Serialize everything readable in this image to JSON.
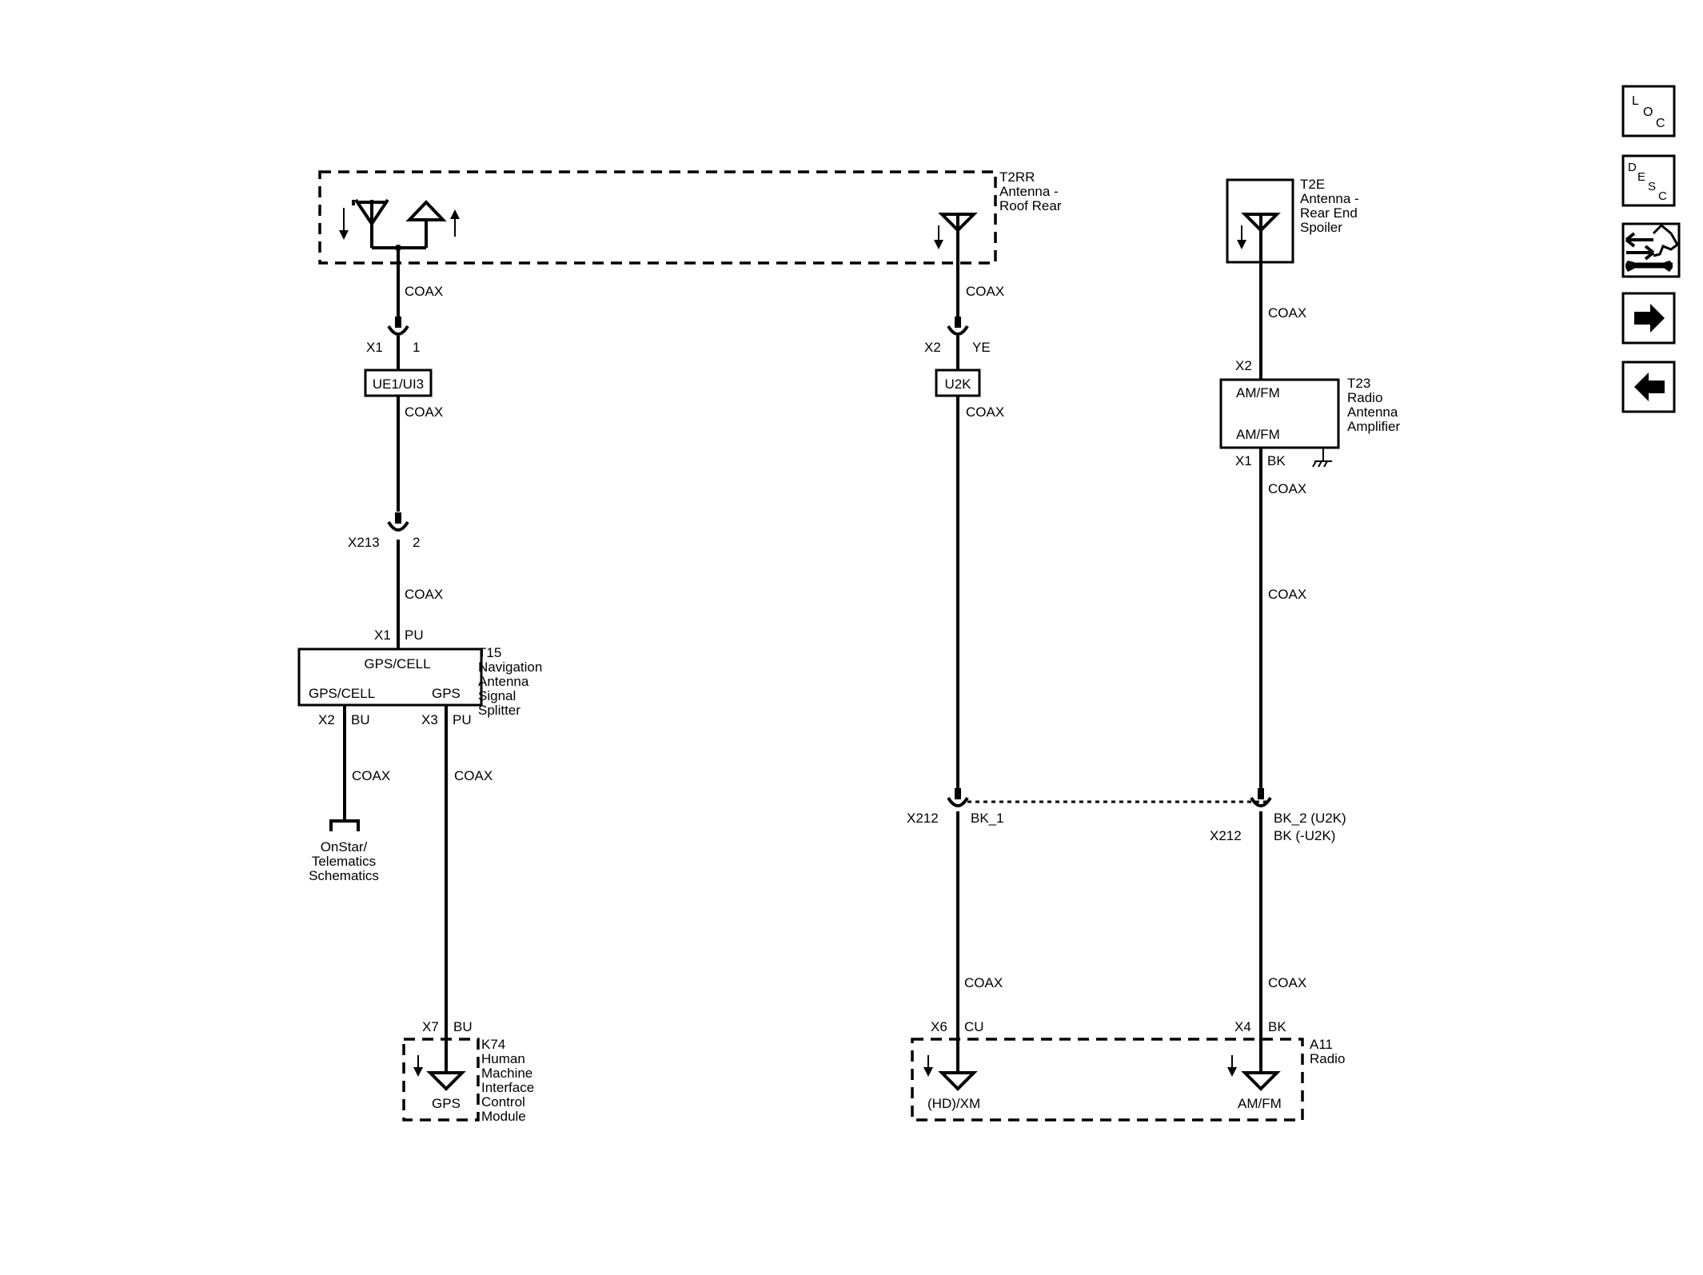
{
  "components": {
    "t2rr": {
      "id": "T2RR",
      "name_1": "Antenna -",
      "name_2": "Roof Rear"
    },
    "t2e": {
      "id": "T2E",
      "name_1": "Antenna -",
      "name_2": "Rear End",
      "name_3": "Spoiler"
    },
    "t23": {
      "id": "T23",
      "name_1": "Radio",
      "name_2": "Antenna",
      "name_3": "Amplifier",
      "pin_top": "AM/FM",
      "pin_bottom": "AM/FM"
    },
    "t15": {
      "id": "T15",
      "name_1": "Navigation",
      "name_2": "Antenna",
      "name_3": "Signal",
      "name_4": "Splitter",
      "pin_top": "GPS/CELL",
      "pin_left": "GPS/CELL",
      "pin_right": "GPS"
    },
    "k74": {
      "id": "K74",
      "name_1": "Human",
      "name_2": "Machine",
      "name_3": "Interface",
      "name_4": "Control",
      "name_5": "Module",
      "pin": "GPS"
    },
    "a11": {
      "id": "A11",
      "name": "Radio",
      "pin_left": "(HD)/XM",
      "pin_right": "AM/FM"
    },
    "onstar": {
      "line_1": "OnStar/",
      "line_2": "Telematics",
      "line_3": "Schematics"
    }
  },
  "inline_connectors": {
    "ue1": "UE1/UI3",
    "u2k": "U2K"
  },
  "labels": {
    "coax": "COAX",
    "x1": "X1",
    "pin_1": "1",
    "x2": "X2",
    "ye": "YE",
    "x213": "X213",
    "pin_2": "2",
    "x1_pu": "X1",
    "pu": "PU",
    "x2_bu": "X2",
    "bu": "BU",
    "x3": "X3",
    "pu2": "PU",
    "x7": "X7",
    "bu2": "BU",
    "t23_x2": "X2",
    "t23_x1": "X1",
    "bk": "BK",
    "x212_left": "X212",
    "bk_1": "BK_1",
    "x212_right": "X212",
    "bk_2": "BK_2 (U2K)",
    "bk_u2k": "BK (-U2K)",
    "x6": "X6",
    "cu": "CU",
    "x4": "X4",
    "bk2": "BK"
  },
  "nav": {
    "loc": {
      "l": "L",
      "o": "O",
      "c": "C"
    },
    "desc": {
      "d": "D",
      "e": "E",
      "s": "S",
      "c": "C"
    }
  }
}
